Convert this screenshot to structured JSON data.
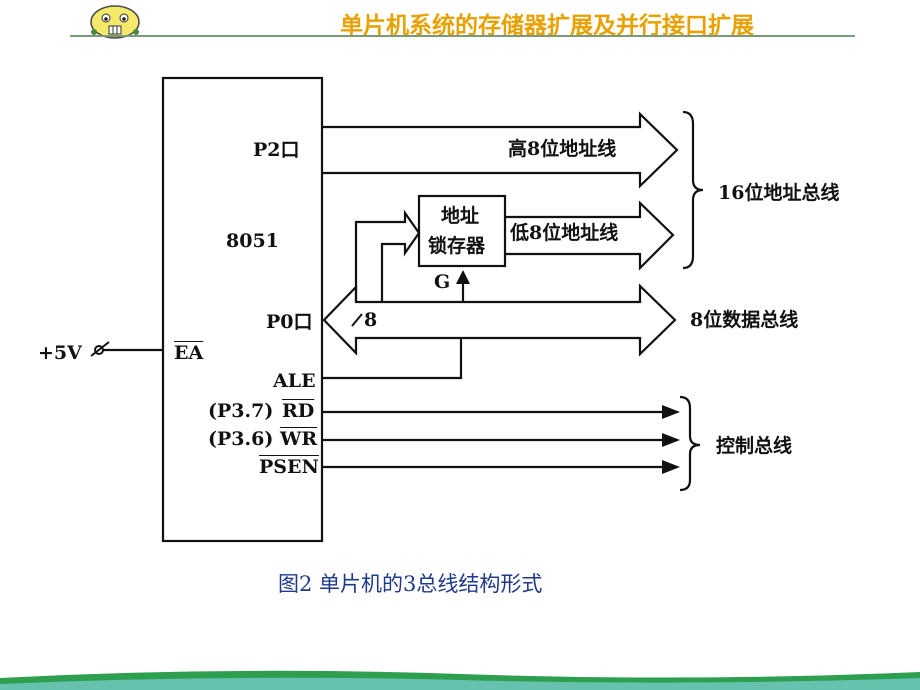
{
  "header": {
    "title": "单片机系统的存储器扩展及并行接口扩展"
  },
  "diagram": {
    "chip_name": "8051",
    "p2_port": "P2口",
    "p0_port": "P0口",
    "ea_pin": "EA",
    "vcc_label": "+5V",
    "ale_pin": "ALE",
    "rd_prefix": "(P3.7)",
    "rd_pin": "RD",
    "wr_prefix": "(P3.6)",
    "wr_pin": "WR",
    "psen_pin": "PSEN",
    "latch_line1": "地址",
    "latch_line2": "锁存器",
    "latch_gate": "G",
    "bus_width": "8",
    "high_addr": "高8位地址线",
    "low_addr": "低8位地址线",
    "addr_bus": "16位地址总线",
    "data_bus": "8位数据总线",
    "ctrl_bus": "控制总线"
  },
  "caption": "图2  单片机的3总线结构形式",
  "colors": {
    "header": "#e8a100",
    "caption": "#1f3a8a",
    "band": "#2e9e4f"
  }
}
